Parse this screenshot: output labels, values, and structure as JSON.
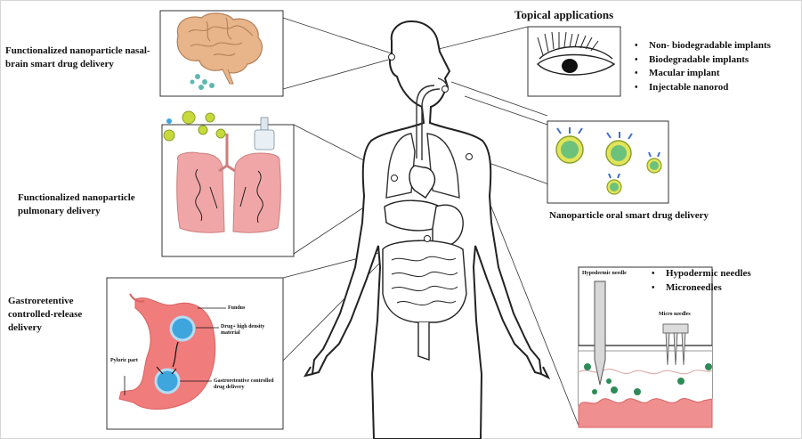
{
  "labels": {
    "nasal_brain": "Functionalized nanoparticle nasal-brain smart drug delivery",
    "topical": "Topical applications",
    "pulmonary": "Functionalized nanoparticle pulmonary delivery",
    "oral": "Nanoparticle oral smart drug delivery",
    "gastro": "Gastroretentive controlled-release delivery"
  },
  "topical_list": [
    "Non- biodegradable implants",
    "Biodegradable implants",
    "Macular implant",
    "Injectable nanorod"
  ],
  "needle_list": [
    "Hypodermic needles",
    "Microneedles"
  ],
  "stomach": {
    "fundus": "Fundus",
    "drug": "Drug+ high density material",
    "pyloric": "Pyloric part",
    "controlled": "Gastroretentive controlled drug delivery"
  },
  "skin": {
    "hypodermic": "Hypodermic needle",
    "micro": "Micro needles"
  },
  "colors": {
    "lung": "#f0a6a6",
    "stomach": "#f07c7c",
    "particle": "#c7d93b",
    "drug_sphere": "#3fa5dd",
    "skin": "#ef8f8f",
    "virus": "#2e8b57"
  }
}
